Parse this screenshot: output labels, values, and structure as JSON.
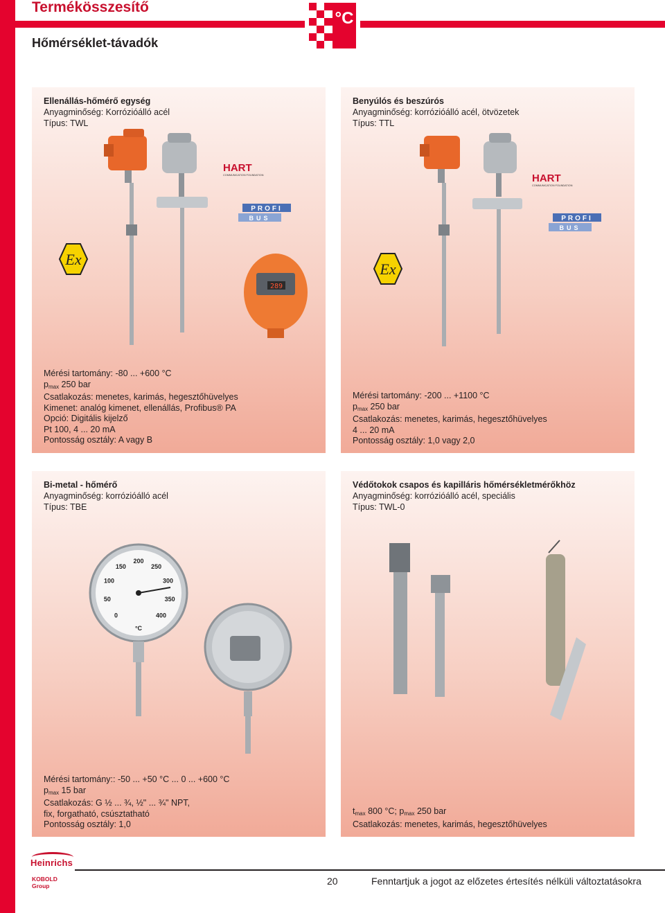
{
  "header": {
    "title": "Termékösszesítő",
    "subtitle": "Hőmérséklet-távadók",
    "logo_text": "°C"
  },
  "cards": [
    {
      "title": "Ellenállás-hőmérő egység",
      "material": "Anyagminőség: Korrózióálló acél",
      "type": "Típus: TWL",
      "specs": {
        "range": "Mérési tartomány: -80 ... +600 °C",
        "pressure_p": "p",
        "pressure_sub": "max",
        "pressure_val": " 250 bar",
        "connection": "Csatlakozás: menetes, karimás, hegesztőhüvelyes",
        "output": "Kimenet: analóg kimenet, ellenállás, Profibus® PA",
        "option": "Opció: Digitális kijelző",
        "signal": "Pt 100, 4 ... 20 mA",
        "accuracy": "Pontosság osztály: A vagy B"
      },
      "display_value": "289"
    },
    {
      "title": "Benyúlós és beszúrós",
      "material": "Anyagminőség: korrózióálló acél, ötvözetek",
      "type": "Típus: TTL",
      "specs": {
        "range": "Mérési tartomány: -200 ... +1100 °C",
        "pressure_p": "p",
        "pressure_sub": "max",
        "pressure_val": " 250 bar",
        "connection": "Csatlakozás: menetes, karimás, hegesztőhüvelyes",
        "signal": "4 ... 20 mA",
        "accuracy": "Pontosság osztály: 1,0 vagy 2,0"
      }
    },
    {
      "title": "Bi-metal - hőmérő",
      "material": "Anyagminőség: korrózióálló acél",
      "type": "Típus: TBE",
      "specs": {
        "range": "Mérési tartomány:: -50 ... +50 °C ... 0 ... +600 °C",
        "pressure_p": "p",
        "pressure_sub": "max",
        "pressure_val": " 15 bar",
        "connection": "Csatlakozás: G ½ ... ¾, ½\" ... ¾\" NPT,",
        "connection2": "fix, forgatható, csúsztatható",
        "accuracy": "Pontosság osztály: 1,0"
      },
      "dial_labels": [
        "0",
        "50",
        "100",
        "150",
        "200",
        "250",
        "300",
        "350",
        "400"
      ],
      "dial_unit": "°C"
    },
    {
      "title": "Védőtokok csapos és kapilláris hőmérsékletmérőkhöz",
      "material": "Anyagminőség: korrózióálló acél, speciális",
      "type": "Típus: TWL-0",
      "specs": {
        "t": "t",
        "t_sub": "max",
        "t_val": " 800 °C; p",
        "p_sub": "max",
        "p_val": " 250 bar",
        "connection": "Csatlakozás: menetes, karimás, hegesztőhüvelyes"
      }
    }
  ],
  "badges": {
    "hart": "HART",
    "hart_sub": "COMMUNICATION FOUNDATION",
    "profi": "PROFI",
    "bus": "BUS",
    "ex": "Ex"
  },
  "footer": {
    "brand": "Heinrichs",
    "group": "KOBOLD Group",
    "page_number": "20",
    "disclaimer": "Fenntartjuk a jogot az előzetes értesítés nélküli változtatásokra"
  },
  "colors": {
    "accent_red": "#e4032e",
    "orange_head": "#e8672a",
    "steel": "#a9adb1"
  }
}
